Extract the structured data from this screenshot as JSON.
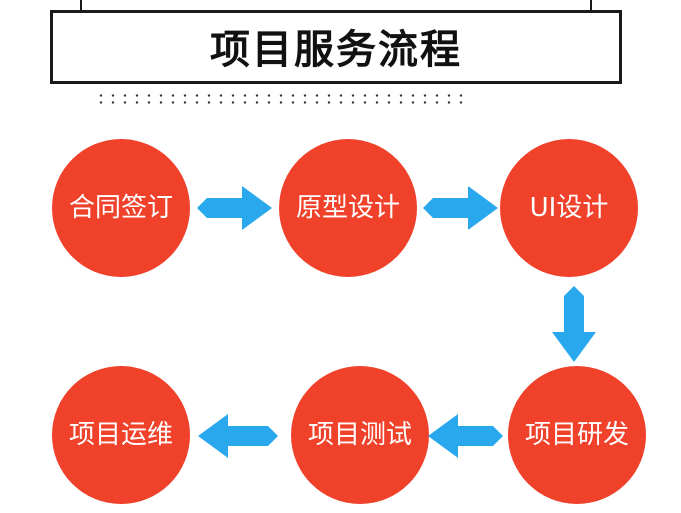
{
  "title": "项目服务流程",
  "colors": {
    "node": "#f0412a",
    "arrow": "#2aa8ee",
    "title_border": "#1a1a1a"
  },
  "steps": [
    "合同签订",
    "原型设计",
    "UI设计",
    "项目研发",
    "项目测试",
    "项目运维"
  ],
  "flow": [
    {
      "from": 0,
      "to": 1
    },
    {
      "from": 1,
      "to": 2
    },
    {
      "from": 2,
      "to": 3
    },
    {
      "from": 3,
      "to": 4
    },
    {
      "from": 4,
      "to": 5
    }
  ]
}
